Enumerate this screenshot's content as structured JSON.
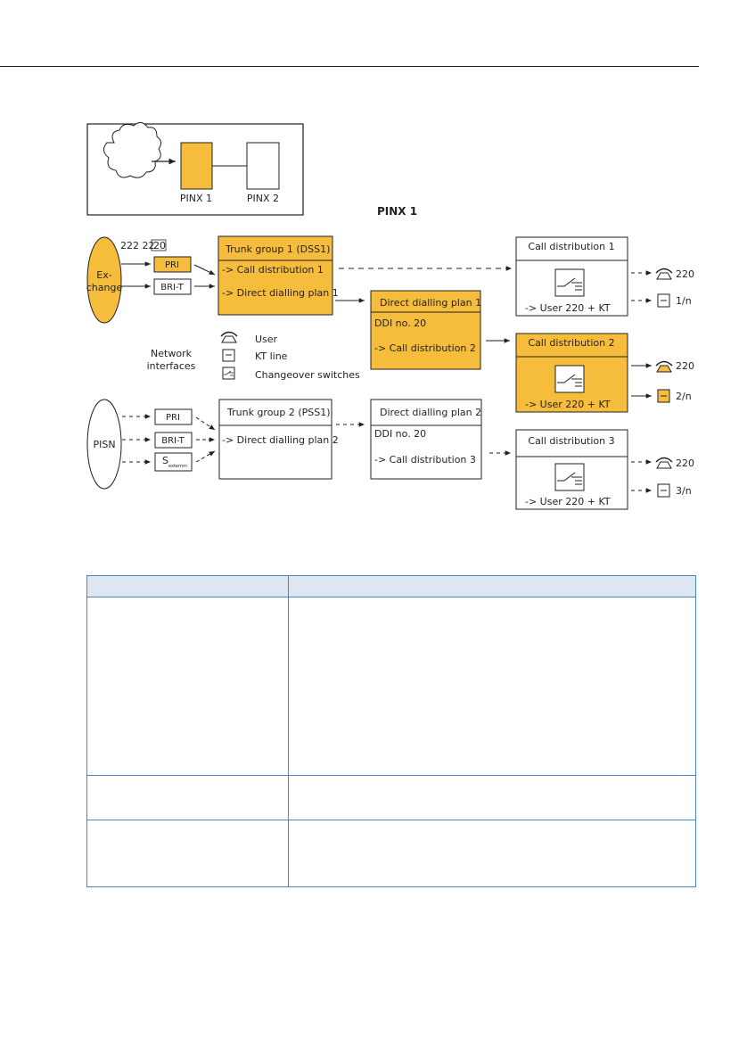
{
  "page": {
    "figure_title": "PINX 1"
  },
  "overview": {
    "pinx1_label": "PINX 1",
    "pinx2_label": "PINX 2"
  },
  "pinx1": {
    "ddi_number_prefix": "222 22",
    "ddi_number_suffix": "20",
    "exchange_label_line1": "Ex-",
    "exchange_label_line2": "change",
    "interface_pri": "PRI",
    "interface_brit": "BRI-T",
    "trunk_group_title": "Trunk group 1 (DSS1)",
    "trunk_group_line1": "-> Call distribution 1",
    "trunk_group_line2": "-> Direct dialling plan 1",
    "ddi_plan_title": "Direct dialling plan 1",
    "ddi_plan_number": "DDI no. 20",
    "ddi_plan_target": "-> Call distribution 2",
    "call_dist_1_title": "Call distribution 1",
    "call_dist_1_target": "-> User 220 + KT",
    "call_dist_2_title": "Call distribution 2",
    "call_dist_2_target": "-> User 220 + KT",
    "user_number": "220",
    "kt_line_1": "1/n",
    "kt_line_2": "2/n"
  },
  "legend": {
    "title_line1": "Network",
    "title_line2": "interfaces",
    "user": "User",
    "kt_line": "KT line",
    "changeover": "Changeover switches"
  },
  "pisn": {
    "label": "PISN",
    "interface_pri": "PRI",
    "interface_brit": "BRI-T",
    "interface_s": "S",
    "interface_s_sub": "externm",
    "trunk_group_title": "Trunk group 2 (PSS1)",
    "trunk_group_line1": "-> Direct dialling plan 2",
    "ddi_plan_title": "Direct dialling plan 2",
    "ddi_plan_number": "DDI no. 20",
    "ddi_plan_target": "-> Call distribution 3",
    "call_dist_3_title": "Call distribution 3",
    "call_dist_3_target": "-> User 220 + KT",
    "user_number": "220",
    "kt_line_3": "3/n"
  },
  "colors": {
    "highlight": "#f6bd3c",
    "line": "#231f20",
    "table_border": "#4a86c5",
    "table_header": "#dde6f1"
  }
}
